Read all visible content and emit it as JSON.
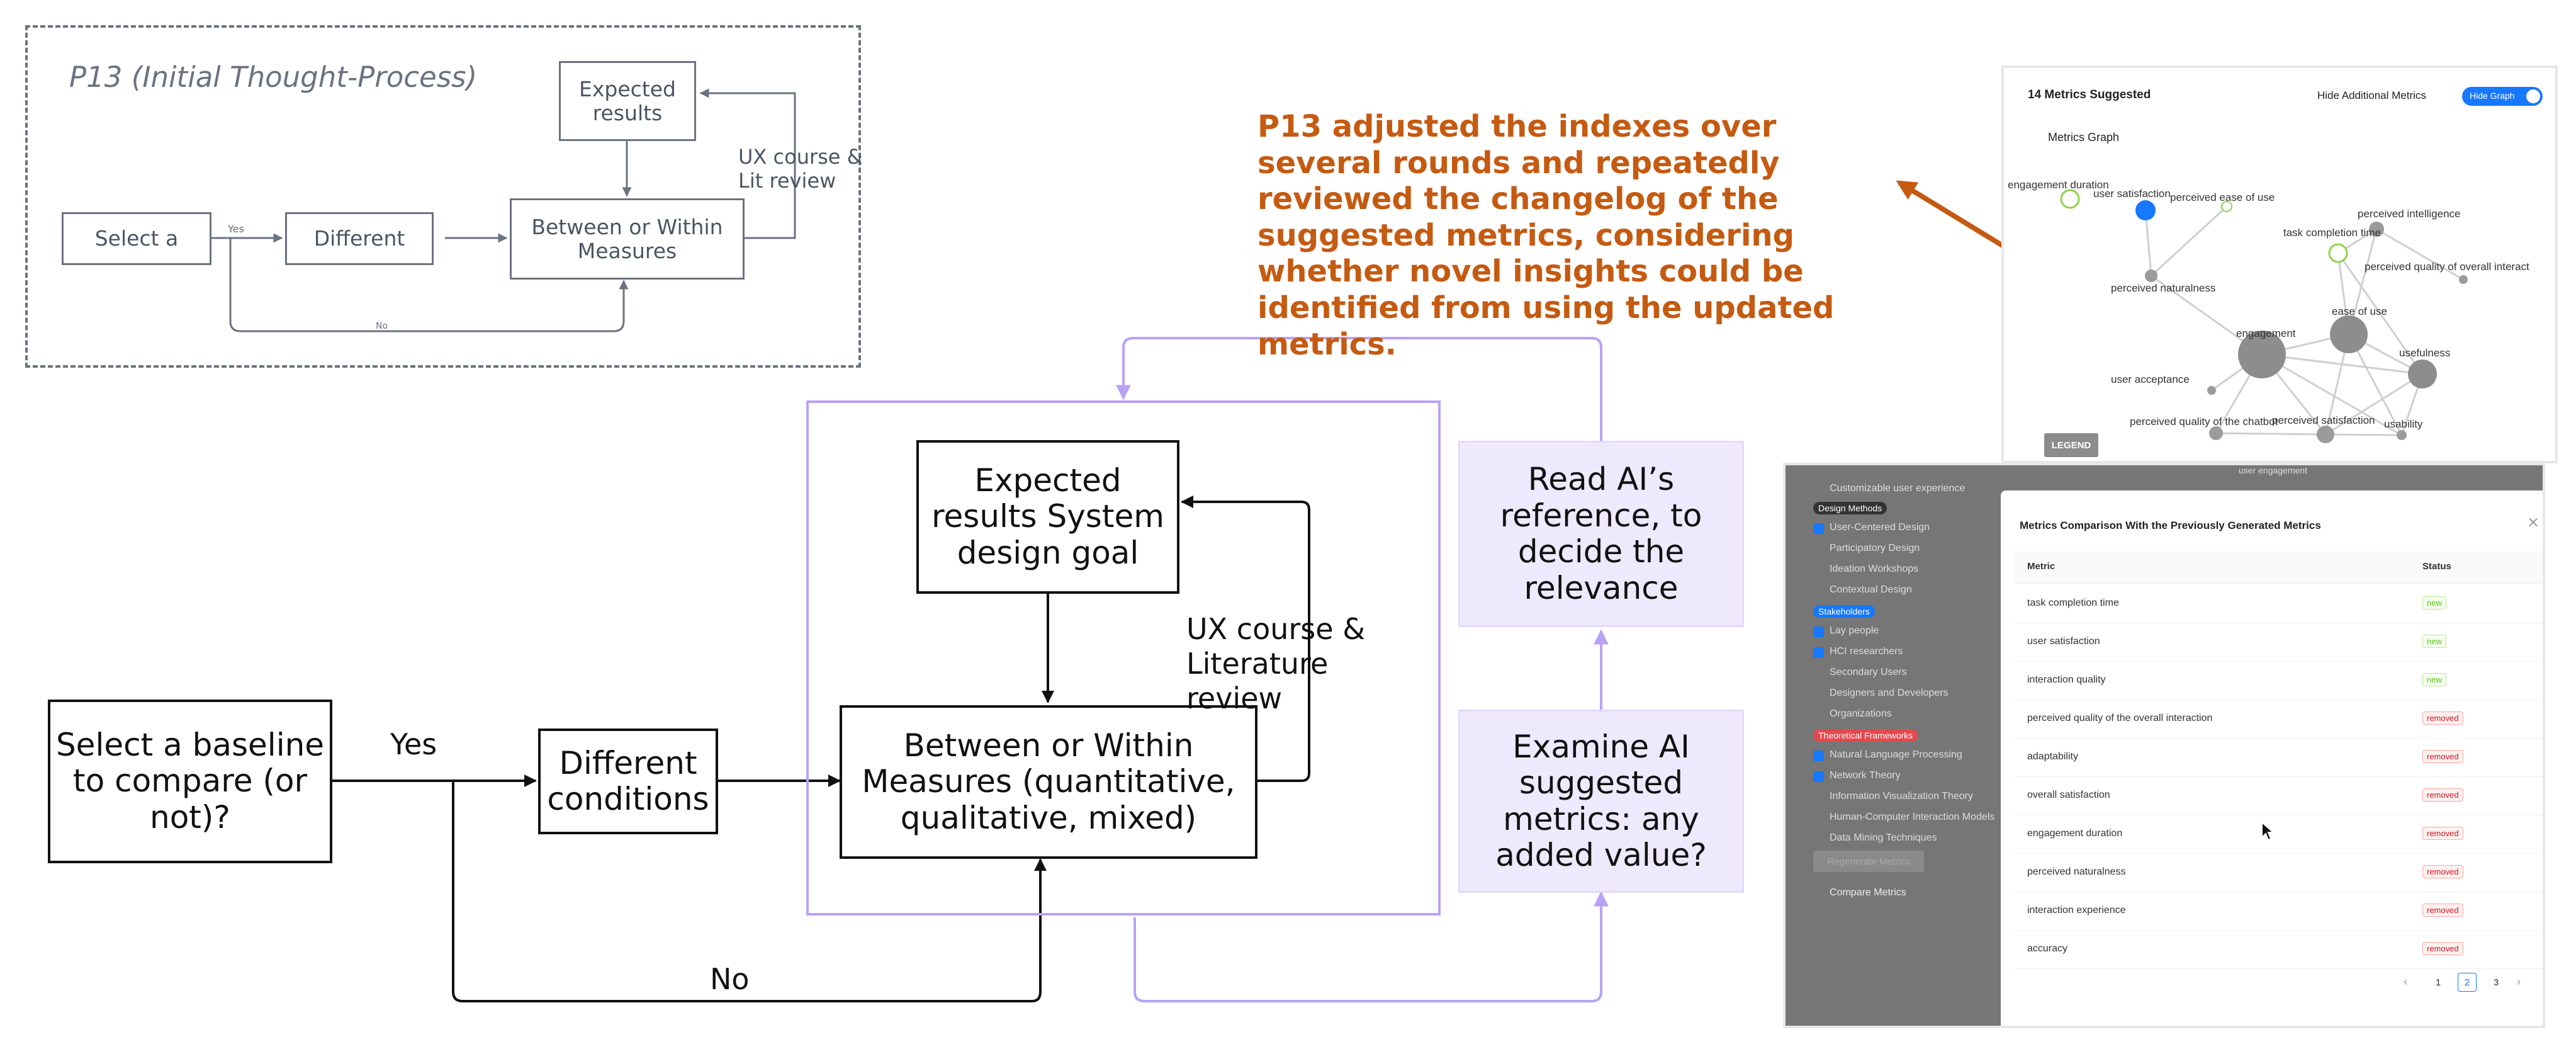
{
  "small_diagram": {
    "title": "P13 (Initial Thought-Process)",
    "expected": "Expected results",
    "select": "Select a",
    "yes": "Yes",
    "different": "Different",
    "measures": "Between or Within Measures",
    "ux_review": "UX course & Lit review",
    "no": "No"
  },
  "main_diagram": {
    "baseline": "Select a baseline to compare (or not)?",
    "yes": "Yes",
    "conditions": "Different conditions",
    "expected": "Expected results System design goal",
    "measures": "Between or Within Measures (quantitative, qualitative, mixed)",
    "ux_review": "UX course & Literature review",
    "no": "No",
    "read_ai": "Read AI’s reference, to decide the relevance",
    "examine_ai": "Examine AI suggested metrics: any added value?"
  },
  "annotation": "P13 adjusted the indexes over several rounds and repeatedly reviewed the changelog of the suggested metrics, considering whether novel insights could be identified from using the updated metrics.",
  "colors": {
    "accent_orange": "#c55a11",
    "purple_line": "#b9a1f5",
    "purple_fill": "#efe9fd",
    "blue": "#1677ff"
  },
  "graph_panel": {
    "title": "14 Metrics Suggested",
    "hide_additional": "Hide Additional Metrics",
    "hide_graph": "Hide Graph",
    "subtitle": "Metrics Graph",
    "legend": "LEGEND",
    "nodes": {
      "engagement_duration": "engagement duration",
      "user_satisfaction": "user satisfaction",
      "perceived_ease_of_use": "perceived ease of use",
      "perceived_intelligence": "perceived intelligence",
      "task_completion_time": "task completion time",
      "perceived_quality_overall": "perceived quality of overall interact",
      "perceived_naturalness": "perceived naturalness",
      "ease_of_use": "ease of use",
      "engagement": "engagement",
      "usefulness": "usefulness",
      "user_acceptance": "user acceptance",
      "perceived_quality_chatbot": "perceived quality of the chatbot",
      "perceived_satisfaction": "perceived satisfaction",
      "usability": "usability"
    }
  },
  "comparison_panel": {
    "sidebar": {
      "top_item": "Customizable user experience",
      "groups": [
        {
          "tag": "Design Methods",
          "color": "#333333",
          "items": [
            {
              "label": "User-Centered Design",
              "checked": true
            },
            {
              "label": "Participatory Design",
              "checked": false
            },
            {
              "label": "Ideation Workshops",
              "checked": false
            },
            {
              "label": "Contextual Design",
              "checked": false
            }
          ]
        },
        {
          "tag": "Stakeholders",
          "color": "#1677ff",
          "items": [
            {
              "label": "Lay people",
              "checked": true
            },
            {
              "label": "HCI researchers",
              "checked": true
            },
            {
              "label": "Secondary Users",
              "checked": false
            },
            {
              "label": "Designers and Developers",
              "checked": false
            },
            {
              "label": "Organizations",
              "checked": false
            }
          ]
        },
        {
          "tag": "Theoretical Frameworks",
          "color": "#e5484d",
          "items": [
            {
              "label": "Natural Language Processing",
              "checked": true
            },
            {
              "label": "Network Theory",
              "checked": true
            },
            {
              "label": "Information Visualization Theory",
              "checked": false
            },
            {
              "label": "Human-Computer Interaction Models",
              "checked": false
            },
            {
              "label": "Data Mining Techniques",
              "checked": false
            }
          ]
        }
      ],
      "regenerate": "Regenerate Metrics",
      "compare": "Compare Metrics",
      "bg_node": "user engagement"
    },
    "modal": {
      "title": "Metrics Comparison With the Previously Generated Metrics",
      "close": "×",
      "col_metric": "Metric",
      "col_status": "Status",
      "rows": [
        {
          "metric": "task completion time",
          "status": "new"
        },
        {
          "metric": "user satisfaction",
          "status": "new"
        },
        {
          "metric": "interaction quality",
          "status": "new"
        },
        {
          "metric": "perceived quality of the overall interaction",
          "status": "removed"
        },
        {
          "metric": "adaptability",
          "status": "removed"
        },
        {
          "metric": "overall satisfaction",
          "status": "removed"
        },
        {
          "metric": "engagement duration",
          "status": "removed"
        },
        {
          "metric": "perceived naturalness",
          "status": "removed"
        },
        {
          "metric": "interaction experience",
          "status": "removed"
        },
        {
          "metric": "accuracy",
          "status": "removed"
        }
      ],
      "pagination": {
        "prev": "‹",
        "pages": [
          "1",
          "2",
          "3"
        ],
        "current": "2",
        "next": "›"
      }
    }
  }
}
